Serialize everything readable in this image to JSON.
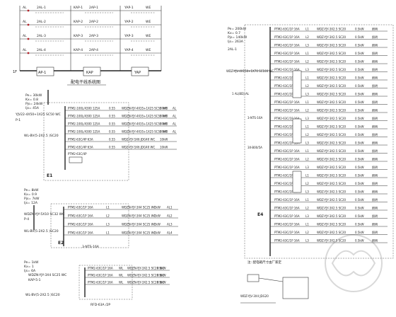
{
  "colors": {
    "ink": "#222222",
    "line": "#333333",
    "accent": "#b3232a",
    "paper": "#ffffff",
    "watermark": "#d9d9d9"
  },
  "riser": {
    "caption": "配电干线系统图",
    "floor_mark": "1F",
    "floors": [
      {
        "panel": "AL",
        "code": "2AL-1",
        "k1": "KAP-1",
        "k2": "2AP-1",
        "k3": "YAP-1",
        "r": "WE"
      },
      {
        "panel": "AL",
        "code": "2AL-2",
        "k1": "KAP-2",
        "k2": "2AP-2",
        "k3": "YAP-2",
        "r": "WE"
      },
      {
        "panel": "AL",
        "code": "2AL-3",
        "k1": "KAP-3",
        "k2": "2AP-3",
        "k3": "YAP-3",
        "r": "WE"
      },
      {
        "panel": "AL",
        "code": "2AL-4",
        "k1": "KAP-4",
        "k2": "2AP-4",
        "k3": "YAP-4",
        "r": "WE"
      }
    ],
    "bottom": {
      "left": "AP-1",
      "mid": "KAP",
      "right": "YAP"
    }
  },
  "panel1": {
    "id": "P-1",
    "params": [
      "Pe= 30kW",
      "Kx= 0.8",
      "Pjs= 24kW",
      "Ijs= 45A"
    ],
    "incoming": "YJV22-4X50+1X25 SC50 WC",
    "cable": "WL-BV(5-2X2.5 )SC20",
    "circuits": [
      {
        "brk": "PTM2-100L/4300 125A",
        "val": "0.55",
        "cable": "WDZN-YJY-4X35+1X25 SC50 WC",
        "load": "37kW",
        "tag": "AL"
      },
      {
        "brk": "PTM2-100L/4300 125A",
        "val": "0.55",
        "cable": "WDZN-YJY-4X35+1X25 SC50 WC",
        "load": "37kW",
        "tag": "AL"
      },
      {
        "brk": "PTM2-100L/4300 125A",
        "val": "0.55",
        "cable": "WDZN-YJY-4X35+1X25 SC50 WC",
        "load": "37kW",
        "tag": "AL"
      },
      {
        "brk": "PTM2-100L/4300 125A",
        "val": "0.55",
        "cable": "WDZN-YJY-4X35+1X25 SC50 WC",
        "load": "37kW",
        "tag": "AL"
      },
      {
        "brk": "PTM2-63C/4P 63A",
        "val": "0.55",
        "cable": "WDZ-YJY-5X6 JDG40 WC",
        "load": "10kW",
        "tag": ""
      },
      {
        "brk": "PTM2-63C/4P 63A",
        "val": "0.55",
        "cable": "WDZ-YJY-5X6 JDG40 WC",
        "load": "10kW",
        "tag": ""
      }
    ],
    "note": "PTM2-63C/4P"
  },
  "panel2": {
    "id": "P-4",
    "params": [
      "Pe= 8kW",
      "Kx= 0.9",
      "Pjs= 7kW",
      "Ijs= 12A"
    ],
    "incoming": "WDZN-YJY-5X10 SC32 WC",
    "cable": "WL-BV(5-2X2.5 )SC20",
    "circuits": [
      {
        "brk": "PTM2-63C/1P 16A",
        "val": "L1",
        "cable": "WDZN-YJY-3X4 SC25 WC",
        "load": "2kW",
        "tag": "AL1"
      },
      {
        "brk": "PTM2-63C/1P 16A",
        "val": "L2",
        "cable": "WDZN-YJY-3X4 SC25 WC",
        "load": "2kW",
        "tag": "AL2"
      },
      {
        "brk": "PTM2-63C/1P 16A",
        "val": "L3",
        "cable": "WDZN-YJY-3X4 SC25 WC",
        "load": "2kW",
        "tag": "AL3"
      },
      {
        "brk": "PTM2-63C/1P 16A",
        "val": "L1",
        "cable": "WDZN-YJY-3X4 SC25 WC",
        "load": "2kW",
        "tag": "AL4"
      }
    ],
    "spare": "3-NTS-16A"
  },
  "panel3": {
    "params": [
      "Pe= 1kW",
      "Kx= 1",
      "Ijs= 6A"
    ],
    "incoming": "WDZN-YJY-3X4 SC25 WC",
    "label": "KAP-5-1",
    "circuits": [
      {
        "brk": "PTM2-63C/1P 16A",
        "val": "WL",
        "cable": "WDZN-YJY-3X2.5 SC20 WC",
        "load": "0.5kW"
      },
      {
        "brk": "PTM2-63C/1P 16A",
        "val": "WL",
        "cable": "WDZN-YJY-3X2.5 SC20 WC",
        "load": "0.5kW"
      },
      {
        "brk": "PTM2-63C/1P 16A",
        "val": "WL",
        "cable": "WDZN-YJY-3X2.5 SC20 WC",
        "load": "0.5kW"
      }
    ],
    "sub_cable": "WL-BV(5-2X2.5 )SC20",
    "bottom_code": "RFD-63A /2P"
  },
  "main_panel": {
    "params": [
      "Pe= 200kW",
      "Kx= 0.7",
      "Pjs= 140kW",
      "Ijs= 263A"
    ],
    "incoming": "WDZ-YJV-4X150+1X70 SC100 WC",
    "code": "2AL-1",
    "spd": "1 AL(BD)-AL",
    "meter": "3-NTS-16A",
    "ct": "3X-B00/5A",
    "circuits": [
      "PTM2-63C/1P 16A",
      "PTM2-63C/1P 16A",
      "PTM2-63C/1P 16A",
      "PTM2-63C/1P 16A",
      "PTM2-63C/1P 16A",
      "PTM2-63C/1P 16A",
      "PTM2-63C/1P 16A",
      "PTM2-63C/1P 16A",
      "PTM2-63C/1P 16A",
      "PTM2-63C/1P 16A",
      "PTM2-63C/1P 16A",
      "PTM2-63C/1P 16A",
      "PTM2-63C/1P 16A",
      "PTM2-63C/1P 16A",
      "PTM2-63C/1P 16A",
      "PTM2-63C/1P 16A",
      "PTM2-63C/1P 16A",
      "PTM2-63C/1P 16A",
      "PTM2-63C/1P 16A",
      "PTM2-63C/1P 16A",
      "PTM2-63C/1P 16A",
      "PTM2-63C/1P 16A",
      "PTM2-63C/1P 16A",
      "PTM2-63C/1P 16A",
      "PTM2-63C/1P 16A",
      "PTM2-63C/1P 16A",
      "PTM2-63C/1P 16A"
    ],
    "phases": [
      "L1",
      "L2",
      "L3"
    ],
    "cable": "WDZ-YJY-3X2.5 SC20",
    "load": "0.5kW",
    "tag": "照明",
    "bottom_note": "注: 配电箱尺寸由厂家定",
    "small_note": "WDZ-YJV-3X4 JDG20"
  }
}
